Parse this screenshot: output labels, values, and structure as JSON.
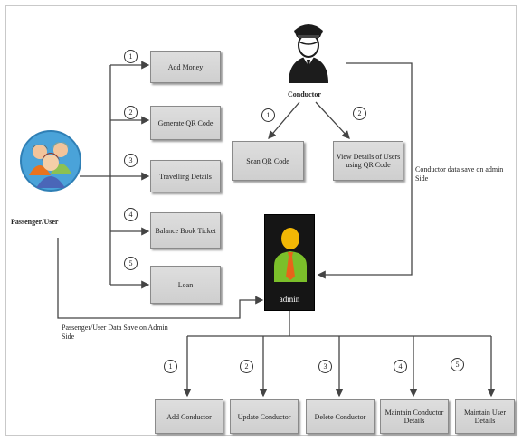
{
  "passenger": {
    "label": "Passenger/User",
    "items": [
      {
        "number": "1",
        "label": "Add Money"
      },
      {
        "number": "2",
        "label": "Generate QR Code"
      },
      {
        "number": "3",
        "label": "Travelling Details"
      },
      {
        "number": "4",
        "label": "Balance Book Ticket"
      },
      {
        "number": "5",
        "label": "Loan"
      }
    ],
    "data_note": "Passenger/User Data Save on Admin Side"
  },
  "conductor": {
    "label": "Conductor",
    "items": [
      {
        "number": "1",
        "label": "Scan QR Code"
      },
      {
        "number": "2",
        "label": "View Details of Users using QR Code"
      }
    ],
    "data_note": "Conductor data save on admin Side"
  },
  "admin": {
    "label": "admin",
    "items": [
      {
        "number": "1",
        "label": "Add Conductor"
      },
      {
        "number": "2",
        "label": "Update Conductor"
      },
      {
        "number": "3",
        "label": "Delete Conductor"
      },
      {
        "number": "4",
        "label": "Maintain Conductor Details"
      },
      {
        "number": "5",
        "label": "Maintain User Details"
      }
    ]
  },
  "colors": {
    "box_fill": "#d6d6d6",
    "admin_fill": "#151515",
    "admin_figure_head": "#f2b705",
    "admin_figure_body": "#7bbf2a",
    "admin_tie": "#e8641a",
    "wire": "#444444"
  }
}
